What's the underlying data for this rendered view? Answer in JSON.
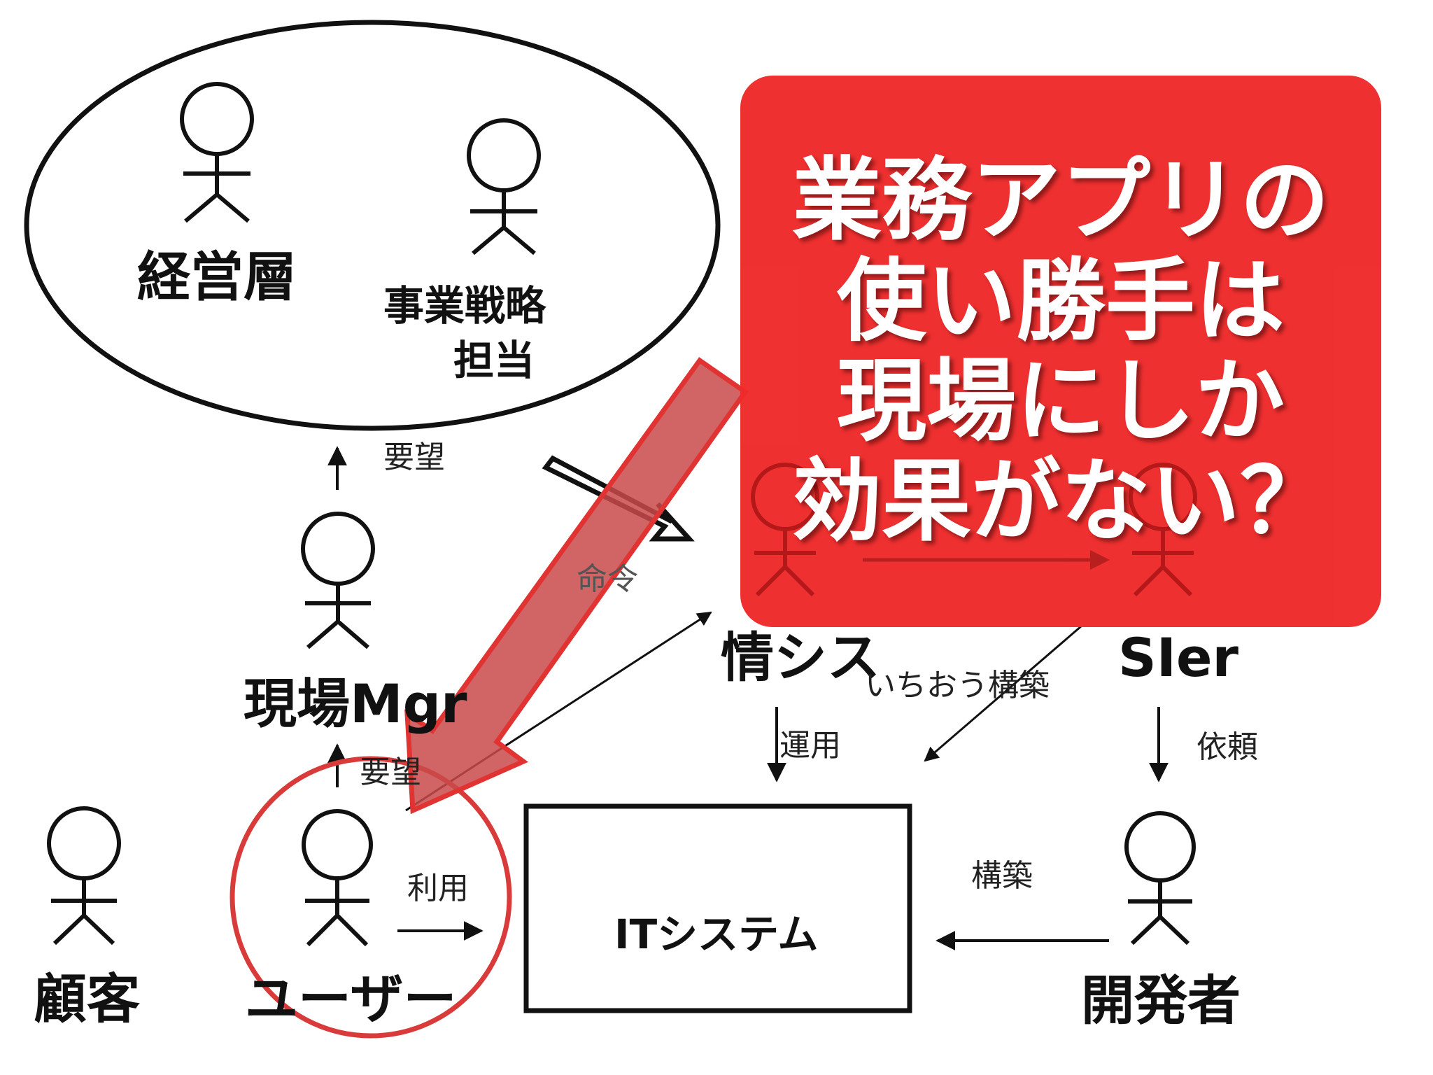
{
  "diagram": {
    "executive_group": {
      "executives_label": "経営層",
      "strategy_label_line1": "事業戦略",
      "strategy_label_line2": "担当"
    },
    "field_manager_label": "現場Mgr",
    "user_label": "ユーザー",
    "customer_label": "顧客",
    "it_dept_label": "情シス",
    "sier_label": "SIer",
    "developer_label": "開発者",
    "it_system_label": "ITシステム",
    "edges": {
      "request_to_executives": "要望",
      "request_to_manager": "要望",
      "command": "命令",
      "use": "利用",
      "operate": "運用",
      "nominal_build": "いちおう構築",
      "commission": "依頼",
      "build": "構築"
    }
  },
  "callout": {
    "lines": [
      "業務アプリの",
      "使い勝手は",
      "現場にしか",
      "効果がない？"
    ],
    "color": "#ef2a2a"
  },
  "colors": {
    "highlight_circle": "#d93b3b",
    "big_arrow_fill": "#c94a4a",
    "big_arrow_stroke": "#e23333",
    "line": "#111111"
  }
}
